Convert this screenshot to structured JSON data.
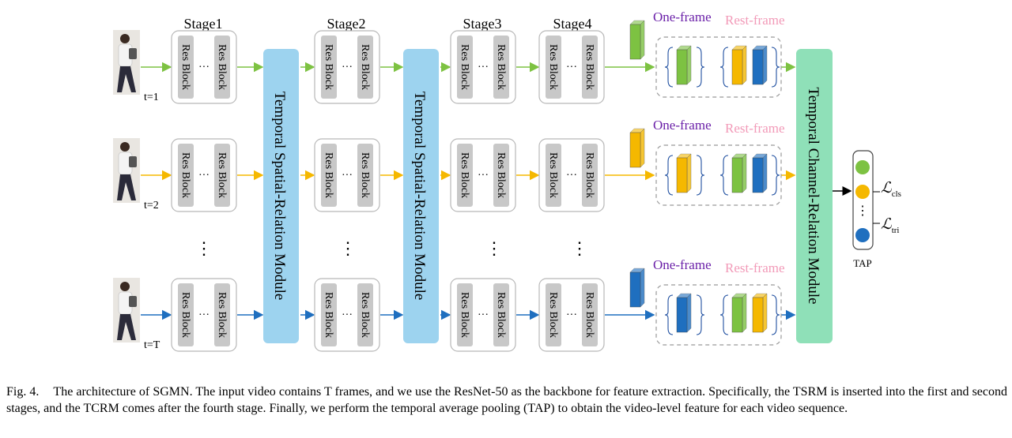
{
  "stages": [
    "Stage1",
    "Stage2",
    "Stage3",
    "Stage4"
  ],
  "res_block_label": "Res Block",
  "ellipsis": "···",
  "vertical_dots": "⋮",
  "frame_labels": [
    "t=1",
    "t=2",
    "t=T"
  ],
  "tsrm_label": "Temporal Spatial-Relation Module",
  "tcrm_label": "Temporal Channel-Relation Module",
  "one_frame_label": "One-frame",
  "rest_frame_label": "Rest-frame",
  "tap_label": "TAP",
  "loss_cls": "ℒ",
  "loss_cls_sub": "cls",
  "loss_tri": "ℒ",
  "loss_tri_sub": "tri",
  "colors": {
    "frame1": "#7dc242",
    "frame2": "#f5b800",
    "frameT": "#1f6fbf",
    "tsrm": "#9dd3ef",
    "tcrm": "#8fe0b8",
    "res_block": "#c8c8c8",
    "one_frame_text": "#6a1fa8",
    "rest_frame_text": "#f29ab8"
  },
  "caption": {
    "label": "Fig. 4.",
    "text": "The architecture of SGMN. The input video contains T frames, and we use the ResNet-50 as the backbone for feature extraction. Specifically, the TSRM is inserted into the first and second stages, and the TCRM comes after the fourth stage. Finally, we perform the temporal average pooling (TAP) to obtain the video-level feature for each video sequence."
  }
}
